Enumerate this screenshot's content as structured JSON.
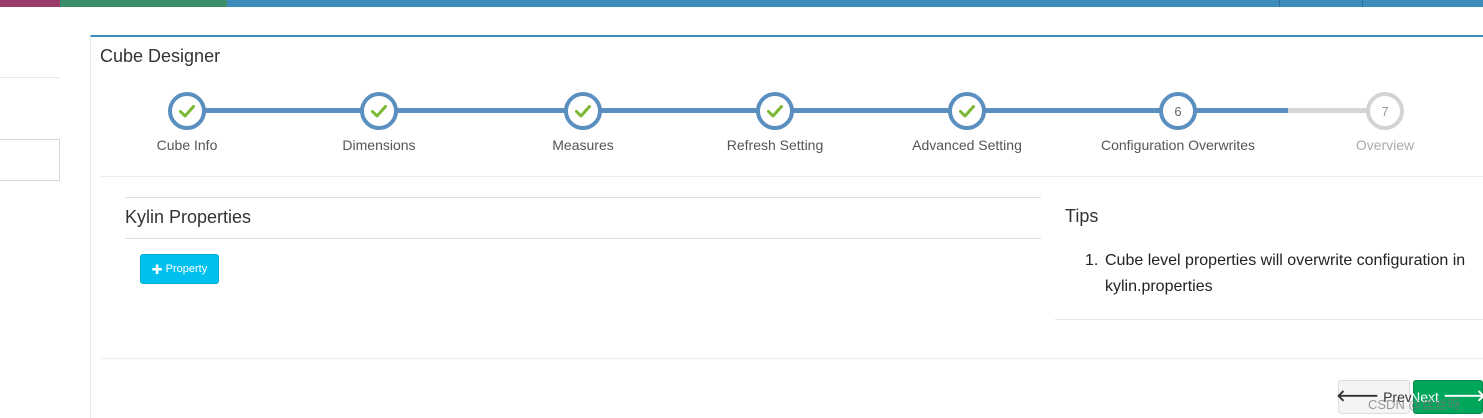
{
  "page": {
    "title": "Cube Designer"
  },
  "stepper": {
    "steps": [
      {
        "label": "Cube Info",
        "status": "done"
      },
      {
        "label": "Dimensions",
        "status": "done"
      },
      {
        "label": "Measures",
        "status": "done"
      },
      {
        "label": "Refresh Setting",
        "status": "done"
      },
      {
        "label": "Advanced Setting",
        "status": "done"
      },
      {
        "label": "Configuration Overwrites",
        "status": "current",
        "number": "6"
      },
      {
        "label": "Overview",
        "status": "todo",
        "number": "7"
      }
    ]
  },
  "kylin_properties": {
    "title": "Kylin Properties",
    "add_button_label": "Property",
    "add_icon": "plus-icon"
  },
  "tips": {
    "title": "Tips",
    "items": [
      {
        "number": "1.",
        "text": "Cube level properties will overwrite configuration in kylin.properties"
      }
    ]
  },
  "footer": {
    "prev_label": "Prev",
    "next_label": "Next",
    "watermark": "CSDN @丝丝呀"
  },
  "colors": {
    "accent": "#3c8dbc",
    "stepper_done": "#5a8fc0",
    "check": "#7cb833",
    "info_button": "#00c0ef",
    "success_button": "#00a65a"
  }
}
